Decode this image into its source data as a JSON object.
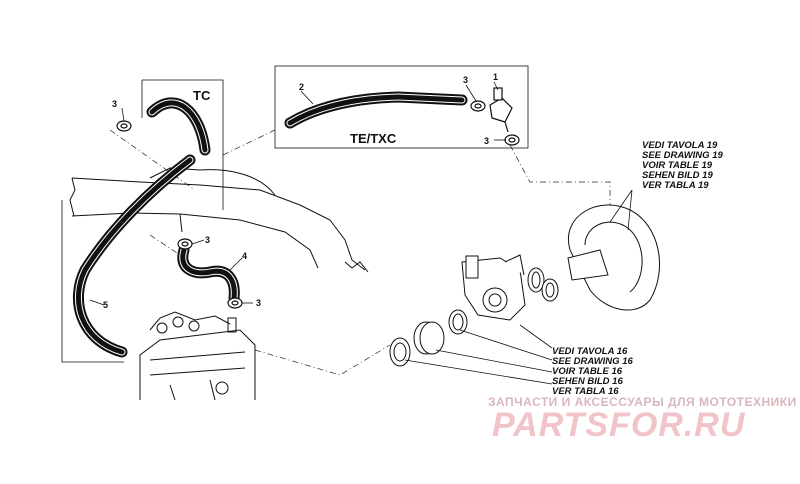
{
  "groups": {
    "tc": "TC",
    "te_txc": "TE/TXC"
  },
  "callouts": {
    "c1": "1",
    "c2": "2",
    "c3a": "3",
    "c3b": "3",
    "c3c": "3",
    "c3d": "3",
    "c3e": "3",
    "c4": "4",
    "c5": "5"
  },
  "ref_top": [
    "VEDI TAVOLA 19",
    "SEE DRAWING 19",
    "VOIR TABLE 19",
    "SEHEN BILD 19",
    "VER TABLA 19"
  ],
  "ref_bottom": [
    "VEDI TAVOLA 16",
    "SEE DRAWING 16",
    "VOIR TABLE 16",
    "SEHEN BILD 16",
    "VER TABLA 16"
  ],
  "watermark": {
    "subtitle": "ЗАПЧАСТИ И АКСЕССУАРЫ ДЛЯ МОТОТЕХНИКИ",
    "brand": "PARTSFOR.RU"
  },
  "colors": {
    "line": "#111111",
    "hose": "#1a1a1a",
    "watermark": "#f0c4c9"
  }
}
